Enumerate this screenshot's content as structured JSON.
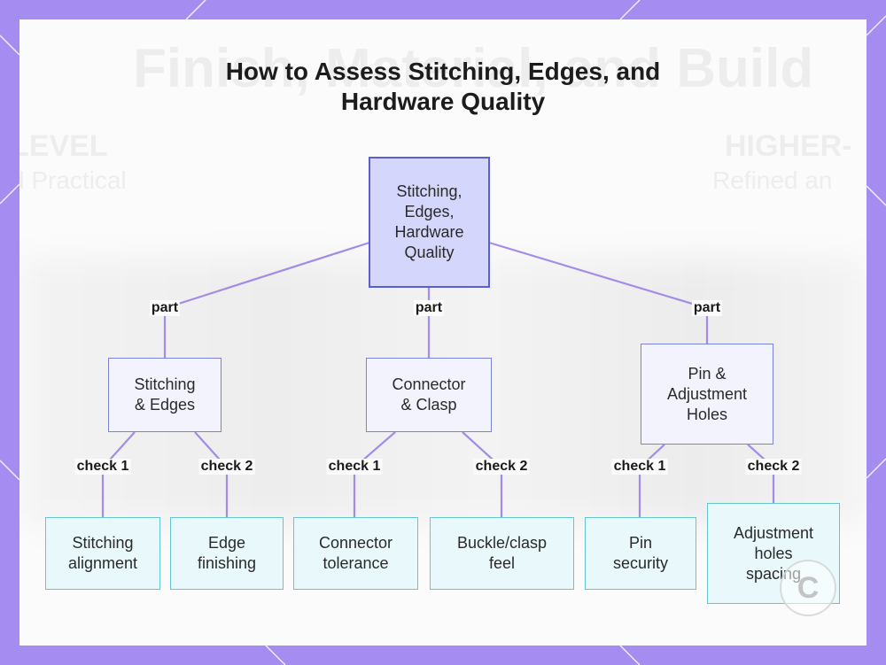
{
  "title": {
    "line1": "How to Assess Stitching, Edges, and",
    "line2": "Hardware Quality"
  },
  "background_text": {
    "heading": "Finish, Material, and Build",
    "left_label": "LEVEL",
    "left_sub": "d Practical",
    "right_label": "HIGHER-",
    "right_sub": "Refined an"
  },
  "colors": {
    "border": "#a58cf0",
    "root_fill": "#d4d6fb",
    "root_stroke": "#5a5fd0",
    "mid_fill": "#f2f3fd",
    "mid_stroke": "#7c83d6",
    "leaf_fill": "#e9f9fb",
    "leaf_stroke": "#66c4d2",
    "edge": "#a48ce6"
  },
  "diagram": {
    "root": "Stitching,\nEdges,\nHardware\nQuality",
    "mid": [
      "Stitching\n& Edges",
      "Connector\n& Clasp",
      "Pin &\nAdjustment\nHoles"
    ],
    "leaves": [
      "Stitching\nalignment",
      "Edge\nfinishing",
      "Connector\ntolerance",
      "Buckle/clasp\nfeel",
      "Pin\nsecurity",
      "Adjustment\nholes\nspacing"
    ],
    "edge_labels": {
      "part": "part",
      "check1": "check 1",
      "check2": "check 2"
    }
  },
  "watermark": {
    "icon": "copyright-circle-icon",
    "glyph": "C"
  }
}
